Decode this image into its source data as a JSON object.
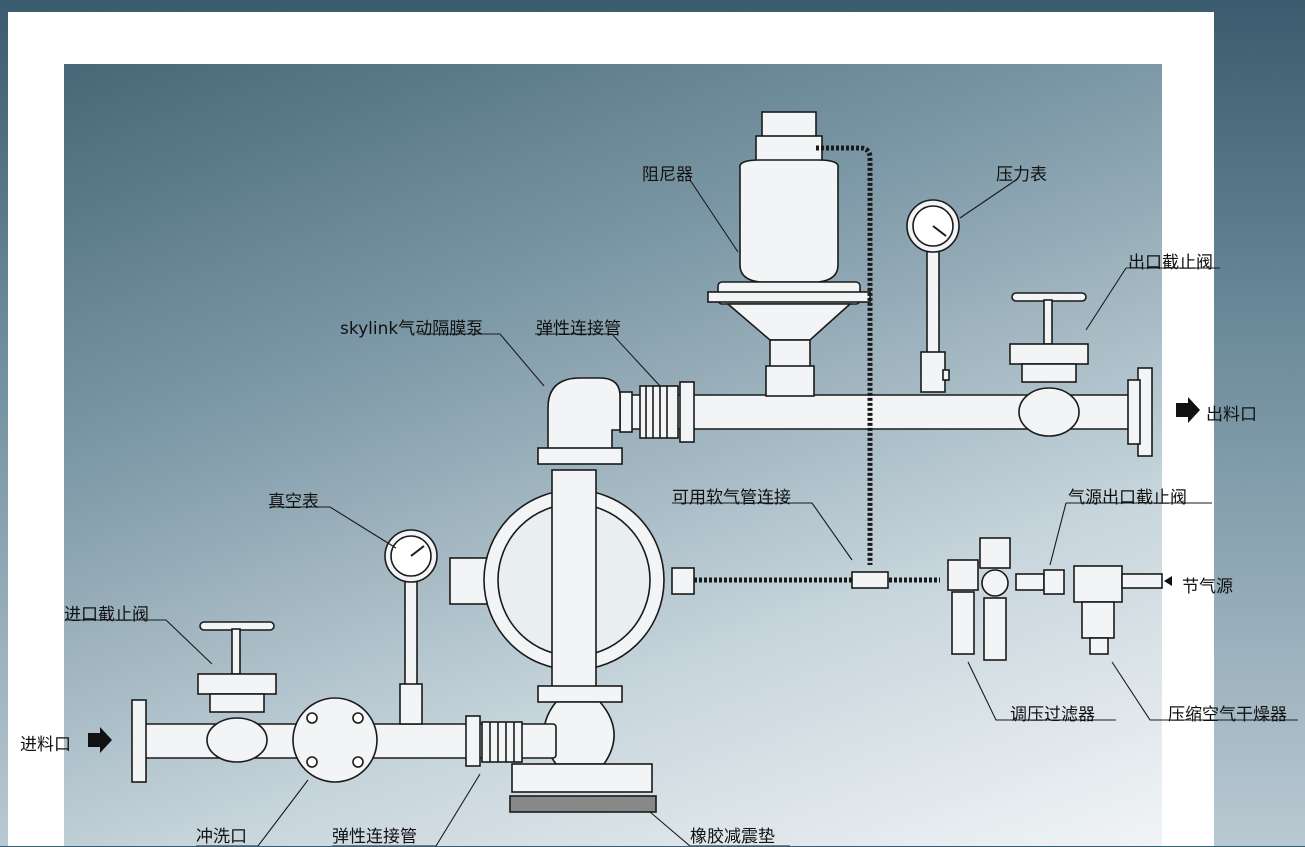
{
  "labels": {
    "damper": "阻尼器",
    "pressure_gauge": "压力表",
    "outlet_valve": "出口截止阀",
    "pump": "skylink气动隔膜泵",
    "flex_joint_top": "弹性连接管",
    "outlet": "出料口",
    "air_hose": "可用软气管连接",
    "air_source_valve": "气源出口截止阀",
    "vacuum_gauge": "真空表",
    "air_source": "节气源",
    "inlet_valve": "进口截止阀",
    "regulator_filter": "调压过滤器",
    "air_dryer": "压缩空气干燥器",
    "inlet": "进料口",
    "flush_port": "冲洗口",
    "flex_joint_bottom": "弹性连接管",
    "rubber_pad": "橡胶减震垫"
  },
  "colors": {
    "line": "#1a1a1a",
    "pipe_fill": "#f2f4f5",
    "frame": "#ffffff"
  }
}
